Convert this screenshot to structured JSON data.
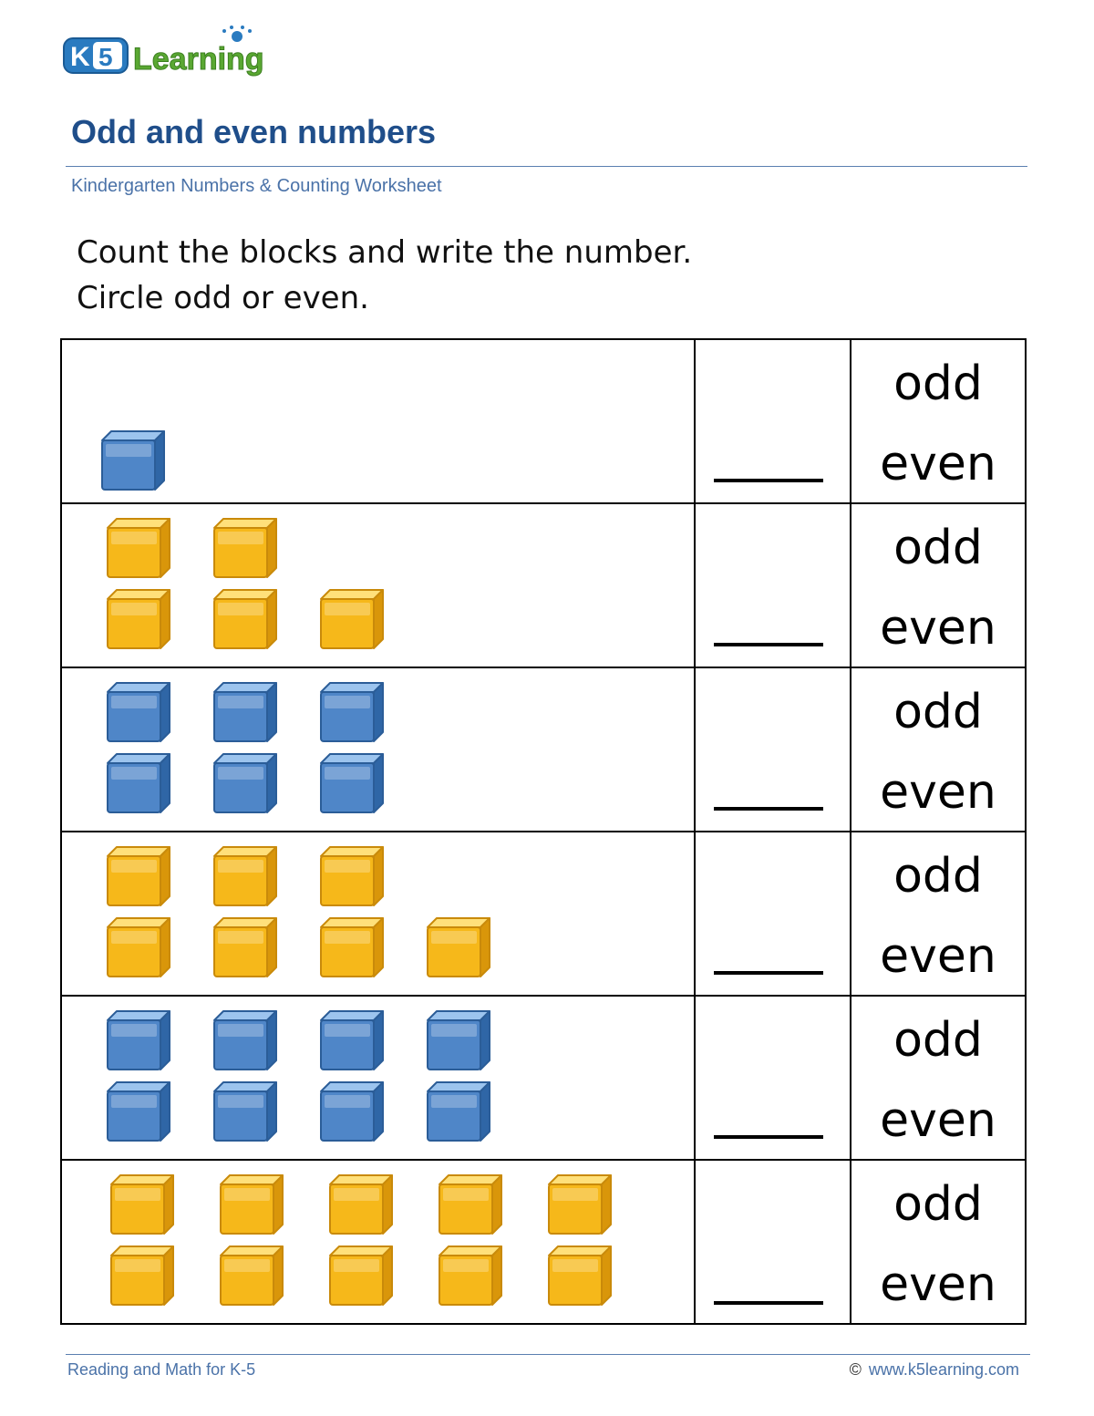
{
  "header": {
    "logo_text": "K5 Learning",
    "title": "Odd and even numbers",
    "subtitle": "Kindergarten Numbers & Counting Worksheet"
  },
  "instructions": {
    "line1": "Count the blocks and write the number.",
    "line2": "Circle odd or even."
  },
  "choices": {
    "odd": "odd",
    "even": "even"
  },
  "colors": {
    "title": "#1f4e8a",
    "accent": "#4a72a8",
    "blue_block": "#4f86c8",
    "yellow_block": "#f6b81a"
  },
  "rows": [
    {
      "color": "blue",
      "block_count": 1
    },
    {
      "color": "yellow",
      "block_count": 5
    },
    {
      "color": "blue",
      "block_count": 6
    },
    {
      "color": "yellow",
      "block_count": 7
    },
    {
      "color": "blue",
      "block_count": 8
    },
    {
      "color": "yellow",
      "block_count": 10
    }
  ],
  "footer": {
    "left": "Reading and Math for K-5",
    "copyright_symbol": "©",
    "right": "www.k5learning.com"
  }
}
